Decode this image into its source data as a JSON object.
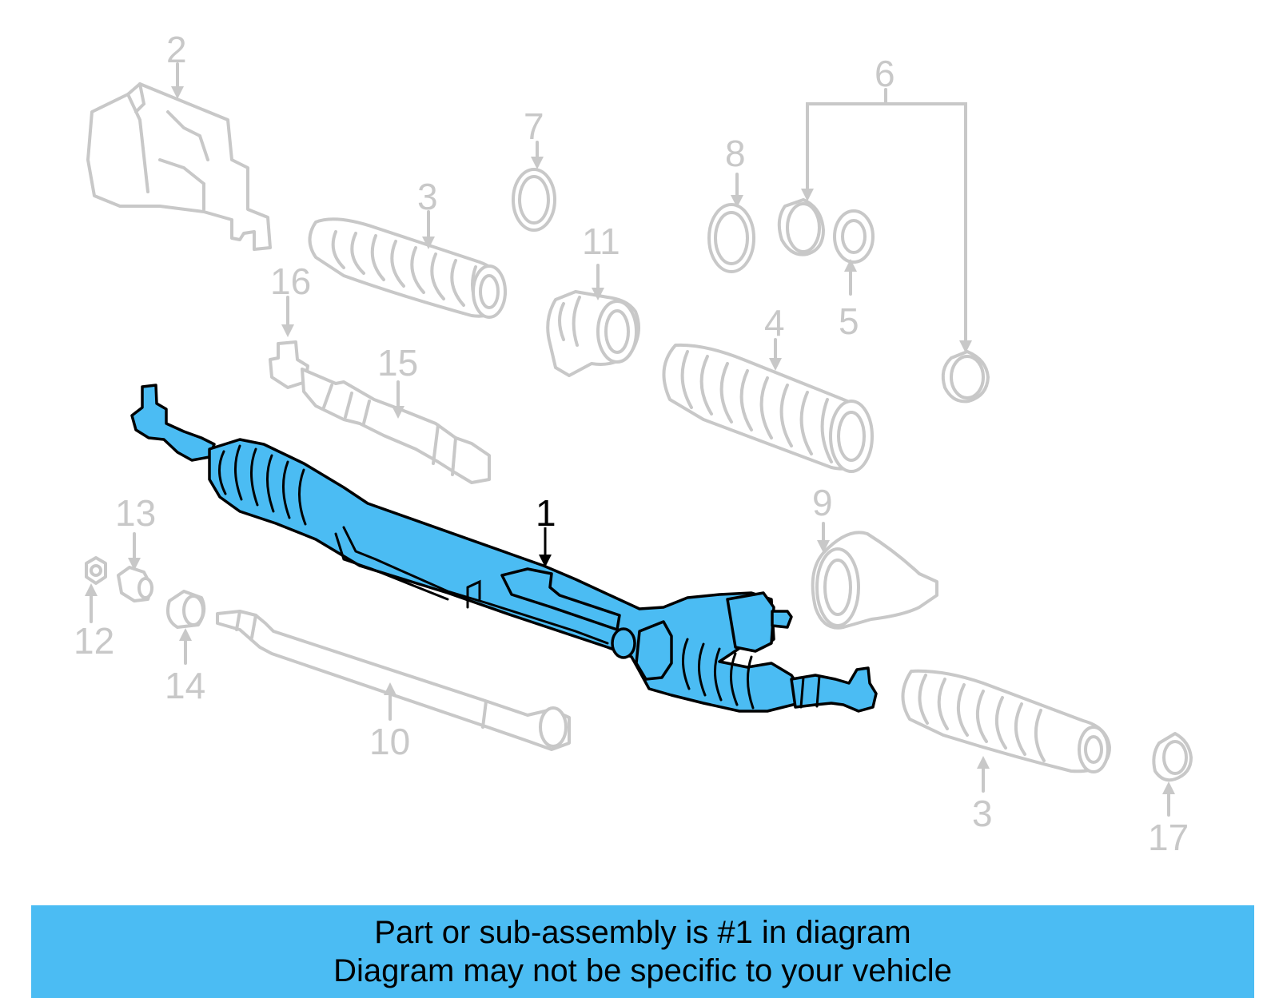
{
  "banner": {
    "line1": "Part or sub-assembly is #1 in diagram",
    "line2": "Diagram may not be specific to your vehicle",
    "background_color": "#4bbcf3"
  },
  "diagram": {
    "highlight_color": "#4bbcf3",
    "ghost_color": "#c8c8c8",
    "callouts": {
      "c1": "1",
      "c2": "2",
      "c3_top": "3",
      "c3_bottom": "3",
      "c4": "4",
      "c5": "5",
      "c6": "6",
      "c7": "7",
      "c8": "8",
      "c9": "9",
      "c10": "10",
      "c11": "11",
      "c12": "12",
      "c13": "13",
      "c14": "14",
      "c15": "15",
      "c16": "16",
      "c17": "17"
    }
  }
}
